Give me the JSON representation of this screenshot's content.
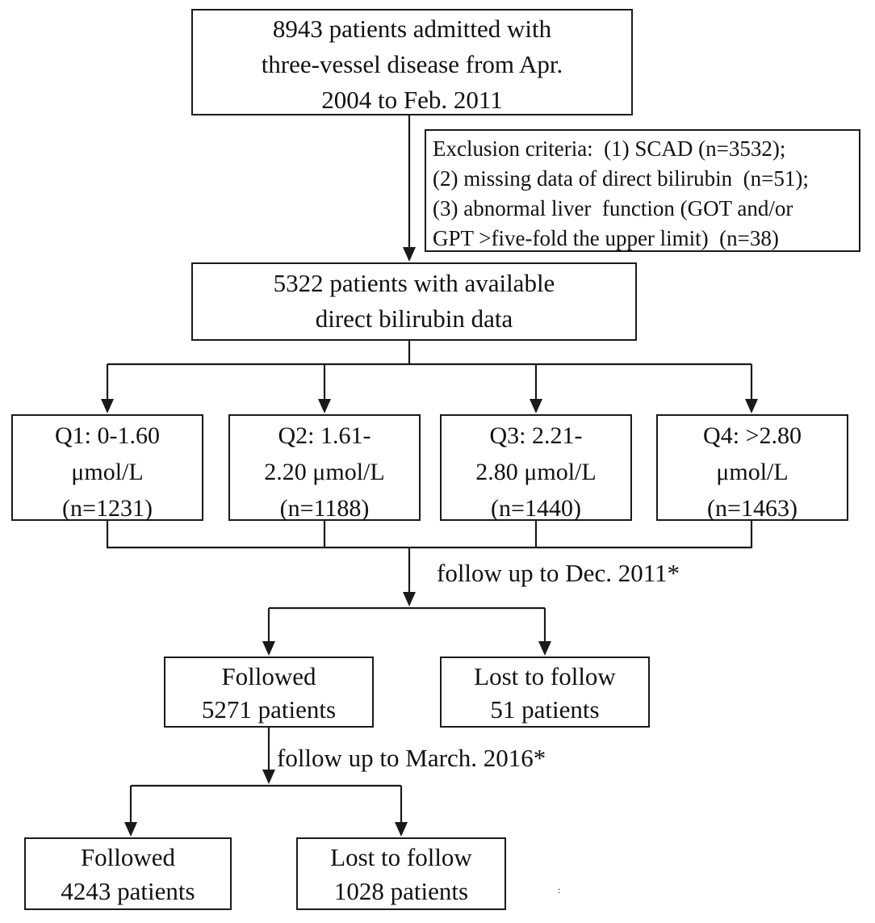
{
  "diagram": {
    "background": "#ffffff",
    "line_color": "#1a1a1a",
    "nodes": {
      "admitted": {
        "lines": [
          "8943 patients admitted with",
          "three-vessel disease from Apr.",
          "2004 to Feb. 2011"
        ]
      },
      "exclusion": {
        "lines": [
          "Exclusion criteria:  (1) SCAD (n=3532);",
          "(2) missing data of direct bilirubin  (n=51);",
          "(3) abnormal liver  function (GOT and/or",
          "GPT >five-fold the upper limit)  (n=38)"
        ]
      },
      "available": {
        "lines": [
          "5322 patients with available",
          "direct bilirubin data"
        ]
      },
      "q1": {
        "lines": [
          "Q1: 0-1.60",
          "μmol/L",
          "(n=1231)"
        ]
      },
      "q2": {
        "lines": [
          "Q2: 1.61-",
          "2.20 μmol/L",
          "(n=1188)"
        ]
      },
      "q3": {
        "lines": [
          "Q3: 2.21-",
          "2.80 μmol/L",
          "(n=1440)"
        ]
      },
      "q4": {
        "lines": [
          "Q4: >2.80",
          "μmol/L",
          "(n=1463)"
        ]
      },
      "followed_2011": {
        "lines": [
          "Followed",
          "5271 patients"
        ]
      },
      "lost_2011": {
        "lines": [
          "Lost to follow",
          "51 patients"
        ]
      },
      "followed_2016": {
        "lines": [
          "Followed",
          "4243 patients"
        ]
      },
      "lost_2016": {
        "lines": [
          "Lost to follow",
          "1028 patients"
        ]
      }
    },
    "labels": {
      "followup_2011": "follow up to Dec. 2011*",
      "followup_2016": "follow up to March. 2016*",
      "stray_mark": ":"
    }
  }
}
